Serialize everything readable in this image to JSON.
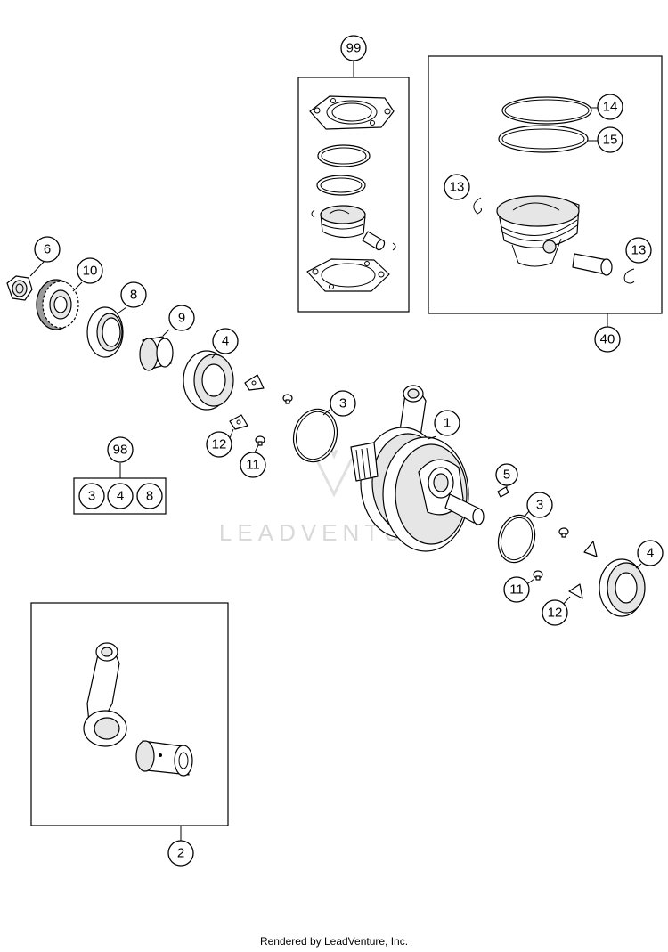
{
  "callouts": [
    {
      "id": "c99",
      "label": "99"
    },
    {
      "id": "c14",
      "label": "14"
    },
    {
      "id": "c15",
      "label": "15"
    },
    {
      "id": "c13a",
      "label": "13"
    },
    {
      "id": "c13b",
      "label": "13"
    },
    {
      "id": "c40",
      "label": "40"
    },
    {
      "id": "c6",
      "label": "6"
    },
    {
      "id": "c10",
      "label": "10"
    },
    {
      "id": "c8",
      "label": "8"
    },
    {
      "id": "c9",
      "label": "9"
    },
    {
      "id": "c4a",
      "label": "4"
    },
    {
      "id": "c3a",
      "label": "3"
    },
    {
      "id": "c1",
      "label": "1"
    },
    {
      "id": "c12a",
      "label": "12"
    },
    {
      "id": "c11a",
      "label": "11"
    },
    {
      "id": "c98",
      "label": "98"
    },
    {
      "id": "c5",
      "label": "5"
    },
    {
      "id": "c3b",
      "label": "3"
    },
    {
      "id": "c4b",
      "label": "4"
    },
    {
      "id": "c11b",
      "label": "11"
    },
    {
      "id": "c12b",
      "label": "12"
    },
    {
      "id": "c2",
      "label": "2"
    }
  ],
  "kit98_items": [
    "3",
    "4",
    "8"
  ],
  "watermark": "LEADVENTURE",
  "footer": "Rendered by LeadVenture, Inc."
}
